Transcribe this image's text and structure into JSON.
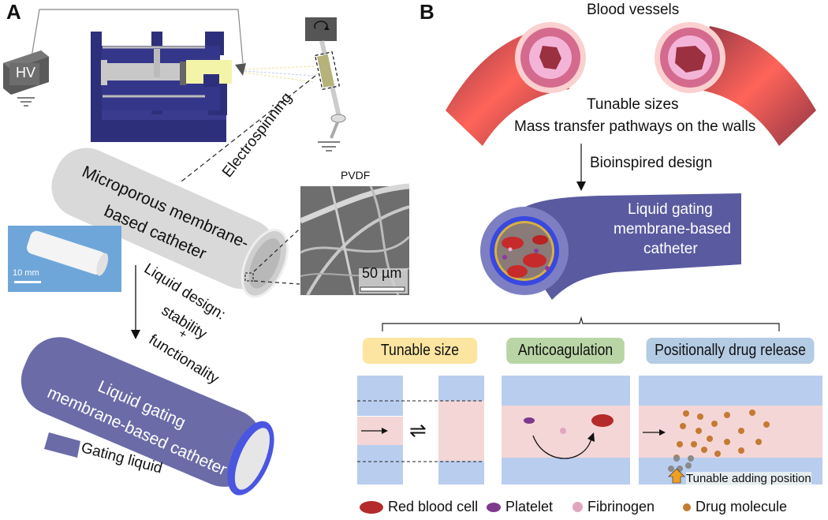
{
  "panels": {
    "a": {
      "label": "A",
      "hv_label": "HV",
      "electrospinning_label": "Electrospinning",
      "sem": {
        "title": "PVDF",
        "scale_bar": "50 µm"
      },
      "photo": {
        "scale_bar": "10 mm"
      },
      "microporous_catheter_label": [
        "Microporous membrane-",
        "based catheter"
      ],
      "liquid_design_label": [
        "Liquid design:",
        "stability",
        "+",
        "functionality"
      ],
      "lgm_catheter_label": [
        "Liquid gating",
        "membrane-based catheter"
      ],
      "gating_liquid_legend": "Gating liquid"
    },
    "b": {
      "label": "B",
      "blood_vessels_title": "Blood vessels",
      "features": [
        "Tunable sizes",
        "Mass transfer pathways on the walls"
      ],
      "arrow_label": "Bioinspired design",
      "lgm_catheter_label": [
        "Liquid gating",
        "membrane-based",
        "catheter"
      ],
      "functions": [
        {
          "label": "Tunable size",
          "color": "#fce5a0"
        },
        {
          "label": "Anticoagulation",
          "color": "#b9d5a6"
        },
        {
          "label": "Positionally drug release",
          "color": "#b4cbe4"
        }
      ],
      "tunable_adding_position": "Tunable adding position",
      "equilibrium_symbol": "⇌",
      "legend": [
        {
          "label": "Red blood cell",
          "icon": "red-blood-cell-icon",
          "color": "#b52a2a"
        },
        {
          "label": "Platelet",
          "icon": "platelet-icon",
          "color": "#7d3a8c"
        },
        {
          "label": "Fibrinogen",
          "icon": "fibrinogen-icon",
          "color": "#e0a6c0"
        },
        {
          "label": "Drug molecule",
          "icon": "drug-molecule-icon",
          "color": "#c47a32"
        }
      ]
    }
  },
  "colors": {
    "pump_blue": "#2e2f7a",
    "catheter_purple": "#6a6aa6",
    "vessel_red": "#c9474f",
    "membrane_blue": "#b8cdf0",
    "lumen_pink": "#f4d6d6"
  }
}
